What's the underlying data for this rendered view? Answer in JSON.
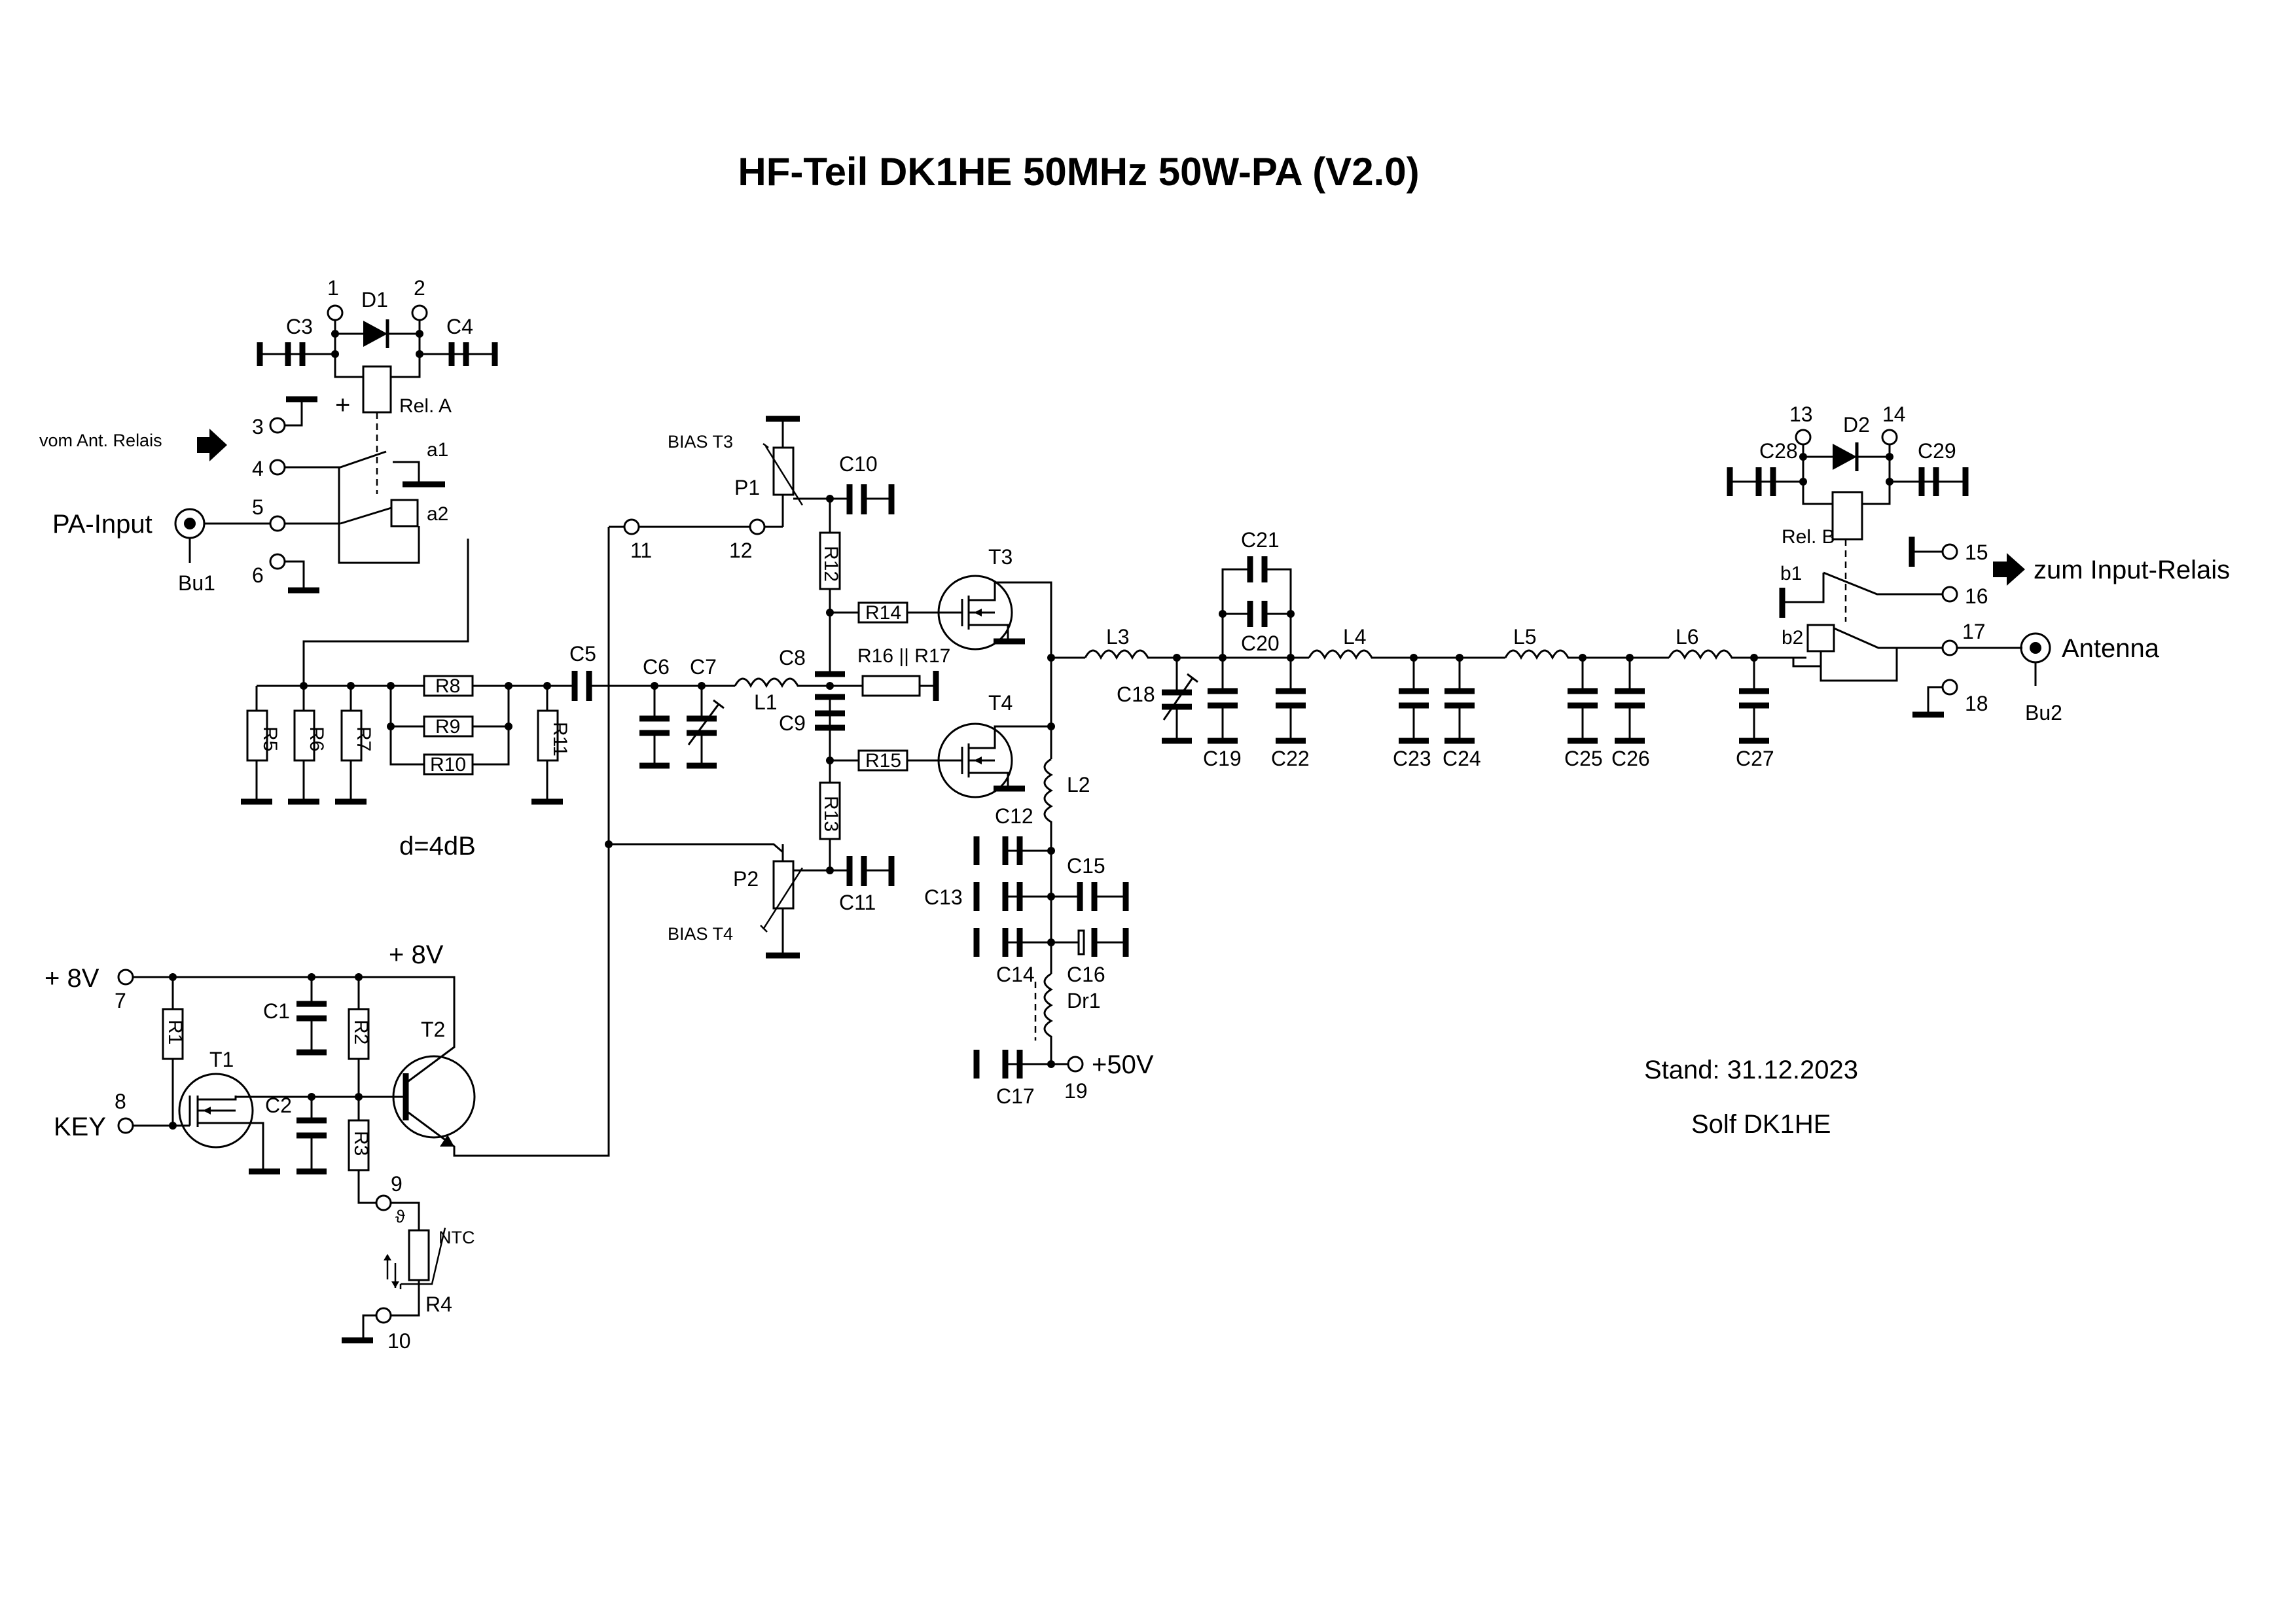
{
  "title": "HF-Teil DK1HE 50MHz 50W-PA (V2.0)",
  "notes": {
    "stand": "Stand: 31.12.2023",
    "author": "Solf  DK1HE",
    "attenuator": "d=4dB"
  },
  "ports": {
    "pa_input": "PA-Input",
    "antenna": "Antenna",
    "vom_ant_relais": "vom Ant. Relais",
    "zum_input_relais": "zum Input-Relais",
    "plus8v_in": "+ 8V",
    "plus8v_rail": "+ 8V",
    "key": "KEY",
    "plus50v": "+50V",
    "bu1": "Bu1",
    "bu2": "Bu2"
  },
  "pins": {
    "p1": "1",
    "p2": "2",
    "p3": "3",
    "p4": "4",
    "p5": "5",
    "p6": "6",
    "p7": "7",
    "p8": "8",
    "p9": "9",
    "p10": "10",
    "p11": "11",
    "p12": "12",
    "p13": "13",
    "p14": "14",
    "p15": "15",
    "p16": "16",
    "p17": "17",
    "p18": "18",
    "p19": "19"
  },
  "relays": {
    "rel_a": "Rel. A",
    "rel_b": "Rel. B",
    "a1": "a1",
    "a2": "a2",
    "b1": "b1",
    "b2": "b2",
    "plus": "+"
  },
  "components": {
    "C1": "C1",
    "C2": "C2",
    "C3": "C3",
    "C4": "C4",
    "C5": "C5",
    "C6": "C6",
    "C7": "C7",
    "C8": "C8",
    "C9": "C9",
    "C10": "C10",
    "C11": "C11",
    "C12": "C12",
    "C13": "C13",
    "C14": "C14",
    "C15": "C15",
    "C16": "C16",
    "C17": "C17",
    "C18": "C18",
    "C19": "C19",
    "C20": "C20",
    "C21": "C21",
    "C22": "C22",
    "C23": "C23",
    "C24": "C24",
    "C25": "C25",
    "C26": "C26",
    "C27": "C27",
    "C28": "C28",
    "C29": "C29",
    "R1": "R1",
    "R2": "R2",
    "R3": "R3",
    "R4": "R4",
    "R5": "R5",
    "R6": "R6",
    "R7": "R7",
    "R8": "R8",
    "R9": "R9",
    "R10": "R10",
    "R11": "R11",
    "R12": "R12",
    "R13": "R13",
    "R14": "R14",
    "R15": "R15",
    "R16_17": "R16 || R17",
    "L1": "L1",
    "L2": "L2",
    "L3": "L3",
    "L4": "L4",
    "L5": "L5",
    "L6": "L6",
    "T1": "T1",
    "T2": "T2",
    "T3": "T3",
    "T4": "T4",
    "D1": "D1",
    "D2": "D2",
    "Dr1": "Dr1",
    "P1": "P1",
    "P2": "P2",
    "bias_t3": "BIAS T3",
    "bias_t4": "BIAS T4",
    "ntc": "NTC"
  }
}
